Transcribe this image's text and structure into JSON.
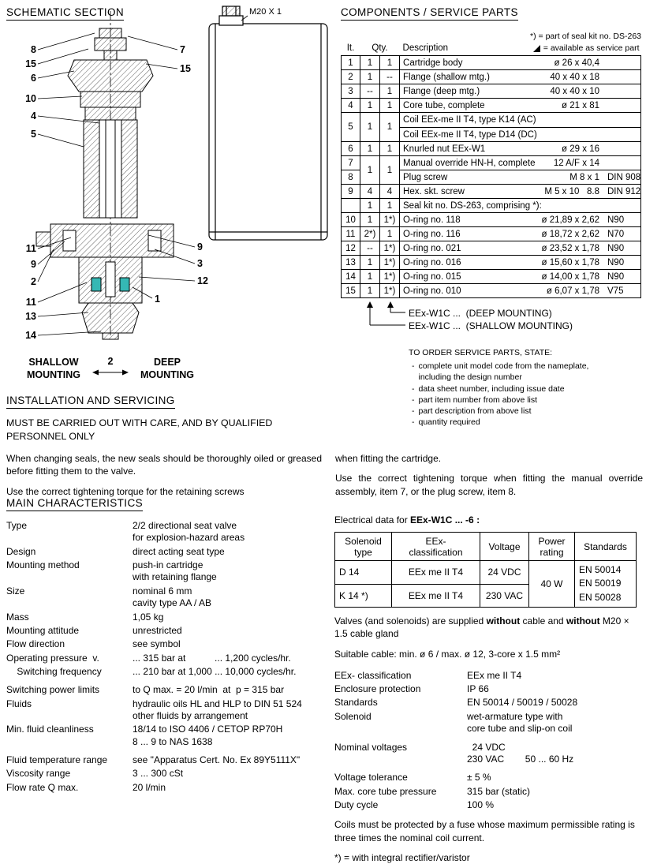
{
  "schematic": {
    "title": "SCHEMATIC SECTION",
    "m20_label": "M20 X 1",
    "callouts": {
      "left_top": [
        "8",
        "15",
        "6",
        "10",
        "4",
        "5"
      ],
      "right_top": [
        "7",
        "15"
      ],
      "left_bottom": [
        "11",
        "9",
        "2",
        "11",
        "13",
        "14"
      ],
      "right_bottom": [
        "9",
        "3",
        "12"
      ],
      "cartridge": "1",
      "between": "2"
    },
    "shallow_line1": "SHALLOW",
    "shallow_line2": "MOUNTING",
    "deep_line1": "DEEP",
    "deep_line2": "MOUNTING",
    "seal_color": "#35b8b4"
  },
  "components": {
    "title": "COMPONENTS / SERVICE PARTS",
    "seal_kit_note": "*) = part of seal kit no. DS-263",
    "service_part_note": "= available as service part",
    "headers": {
      "it": "It.",
      "qty": "Qty.",
      "desc": "Description"
    },
    "rows": [
      {
        "it": "1",
        "q1": "1",
        "q2": "1",
        "name": "Cartridge body",
        "dim": "ø 26 x 40,4",
        "mat": ""
      },
      {
        "it": "2",
        "q1": "1",
        "q2": "--",
        "name": "Flange (shallow mtg.)",
        "dim": "40 x 40 x 18",
        "mat": ""
      },
      {
        "it": "3",
        "q1": "--",
        "q2": "1",
        "name": "Flange (deep mtg.)",
        "dim": "40 x 40 x 10",
        "mat": ""
      },
      {
        "it": "4",
        "q1": "1",
        "q2": "1",
        "name": "Core tube, complete",
        "dim": "ø 21 x 81",
        "mat": ""
      },
      {
        "it": "5",
        "q1": "1",
        "q2": "1",
        "name": "Coil EEx-me II T4, type K14 (AC)",
        "name2": "Coil EEx-me II T4, type D14 (DC)"
      },
      {
        "it": "6",
        "q1": "1",
        "q2": "1",
        "name": "Knurled nut EEx-W1",
        "dim": "ø 29 x 16",
        "mat": ""
      },
      {
        "it": "7",
        "q1": "1",
        "q2": "1",
        "name": "Manual override HN-H, complete",
        "dim": "12 A/F x 14",
        "mat": ""
      },
      {
        "it": "8",
        "name": "Plug screw",
        "dim": "M 8 x 1",
        "mat": "DIN 908"
      },
      {
        "it": "9",
        "q1": "4",
        "q2": "4",
        "name": "Hex. skt. screw",
        "dim": "M 5 x 10   8.8",
        "mat": "DIN 912"
      },
      {
        "it": "",
        "q1": "1",
        "q2": "1",
        "name": "Seal kit no. DS-263, comprising *):",
        "dim": "",
        "mat": ""
      },
      {
        "it": "10",
        "q1": "1",
        "q2": "1*)",
        "name": "O-ring no. 118",
        "dim": "ø 21,89 x 2,62",
        "mat": "N90"
      },
      {
        "it": "11",
        "q1": "2*)",
        "q2": "1",
        "name": "O-ring no. 116",
        "dim": "ø 18,72 x 2,62",
        "mat": "N70"
      },
      {
        "it": "12",
        "q1": "--",
        "q2": "1*)",
        "name": "O-ring no. 021",
        "dim": "ø 23,52 x 1,78",
        "mat": "N90"
      },
      {
        "it": "13",
        "q1": "1",
        "q2": "1*)",
        "name": "O-ring no. 016",
        "dim": "ø 15,60 x 1,78",
        "mat": "N90"
      },
      {
        "it": "14",
        "q1": "1",
        "q2": "1*)",
        "name": "O-ring no. 015",
        "dim": "ø 14,00 x 1,78",
        "mat": "N90"
      },
      {
        "it": "15",
        "q1": "1",
        "q2": "1*)",
        "name": "O-ring no. 010",
        "dim": "ø 6,07 x 1,78",
        "mat": "V75"
      }
    ],
    "model_deep": "EEx-W1C ...  (DEEP MOUNTING)",
    "model_shallow": "EEx-W1C ...  (SHALLOW MOUNTING)",
    "to_order": {
      "title": "TO ORDER SERVICE PARTS, STATE:",
      "items": [
        "complete unit model code from the nameplate,\nincluding the design number",
        "data sheet number, including issue date",
        "part item number from above list",
        "part description from above list",
        "quantity required"
      ]
    }
  },
  "installation": {
    "title": "INSTALLATION AND SERVICING",
    "caps": "MUST BE CARRIED OUT WITH CARE, AND BY QUALIFIED PERSONNEL ONLY",
    "left_p1": "When changing seals, the new seals should be thoroughly oiled or greased before fitting them to the valve.",
    "left_p2": "Use the correct tightening torque for the retaining screws",
    "right_p1": "when fitting the cartridge.",
    "right_p2": "Use the correct tightening torque when fitting the manual override assembly, item 7, or the plug screw, item 8."
  },
  "characteristics": {
    "title": "MAIN CHARACTERISTICS",
    "rows": [
      {
        "k": "Type",
        "v": "2/2 directional seat valve\nfor explosion-hazard areas"
      },
      {
        "k": "Design",
        "v": "direct acting seat type"
      },
      {
        "k": "Mounting method",
        "v": "push-in cartridge\nwith retaining flange"
      },
      {
        "k": "Size",
        "v": "nominal 6 mm\ncavity type AA / AB"
      },
      {
        "k": "Mass",
        "v": "1,05 kg"
      },
      {
        "k": "Mounting attitude",
        "v": "unrestricted"
      },
      {
        "k": "Flow direction",
        "v": "see symbol"
      },
      {
        "k": "Operating pressure  v.",
        "v": "... 315 bar at           ... 1,200 cycles/hr."
      },
      {
        "k": "    Switching frequency",
        "v": "... 210 bar at 1,000 ... 10,000 cycles/hr."
      },
      {
        "k": "Switching power limits",
        "v": "to Q max. = 20 l/min  at  p = 315 bar"
      },
      {
        "k": "Fluids",
        "v": "hydraulic oils HL and HLP to DIN 51 524\nother fluids by arrangement"
      },
      {
        "k": "Min. fluid cleanliness",
        "v": "18/14 to ISO 4406 / CETOP RP70H\n8 ... 9 to NAS 1638"
      },
      {
        "k": "Fluid temperature range",
        "v": "see \"Apparatus Cert. No. Ex 89Y5111X\""
      },
      {
        "k": "Viscosity range",
        "v": "3 ... 300 cSt"
      },
      {
        "k": "Flow rate Q max.",
        "v": "20 l/min"
      }
    ]
  },
  "electrical": {
    "title_normal": "Electrical data for ",
    "title_bold": "EEx-W1C ... -6 :",
    "headers": [
      "Solenoid\ntype",
      "EEx-\nclassification",
      "Voltage",
      "Power\nrating",
      "Standards"
    ],
    "rows": [
      {
        "type": "D 14",
        "cls": "EEx me II T4",
        "volt": "24 VDC"
      },
      {
        "type": "K 14 *)",
        "cls": "EEx me II T4",
        "volt": "230 VAC"
      }
    ],
    "power": "40 W",
    "standards": "EN 50014\nEN 50019\nEN 50028",
    "supply_note": {
      "t1": "Valves (and solenoids) are supplied ",
      "b1": "without",
      "t2": " cable and ",
      "b2": "without",
      "t3": " M20 × 1.5 cable gland"
    },
    "cable_note": "Suitable cable:   min. ø 6 / max. ø 12,  3-core x 1.5 mm²",
    "notes_kv": [
      {
        "k": "EEx- classification",
        "v": "EEx me II T4"
      },
      {
        "k": "Enclosure protection",
        "v": "IP 66"
      },
      {
        "k": "Standards",
        "v": "EN 50014 / 50019 / 50028"
      },
      {
        "k": "Solenoid",
        "v": "wet-armature type with\ncore tube and slip-on coil"
      },
      {
        "k": "Nominal voltages",
        "v": "  24 VDC\n230 VAC        50 ... 60 Hz"
      },
      {
        "k": "Voltage tolerance",
        "v": "± 5 %"
      },
      {
        "k": "Max. core tube pressure",
        "v": "315 bar (static)"
      },
      {
        "k": "Duty cycle",
        "v": "100 %"
      }
    ],
    "fuse_note": "Coils must be protected by a fuse whose maximum permissible rating is three times the nominal coil current.",
    "rectifier_note": "*)  =  with integral rectifier/varistor"
  }
}
